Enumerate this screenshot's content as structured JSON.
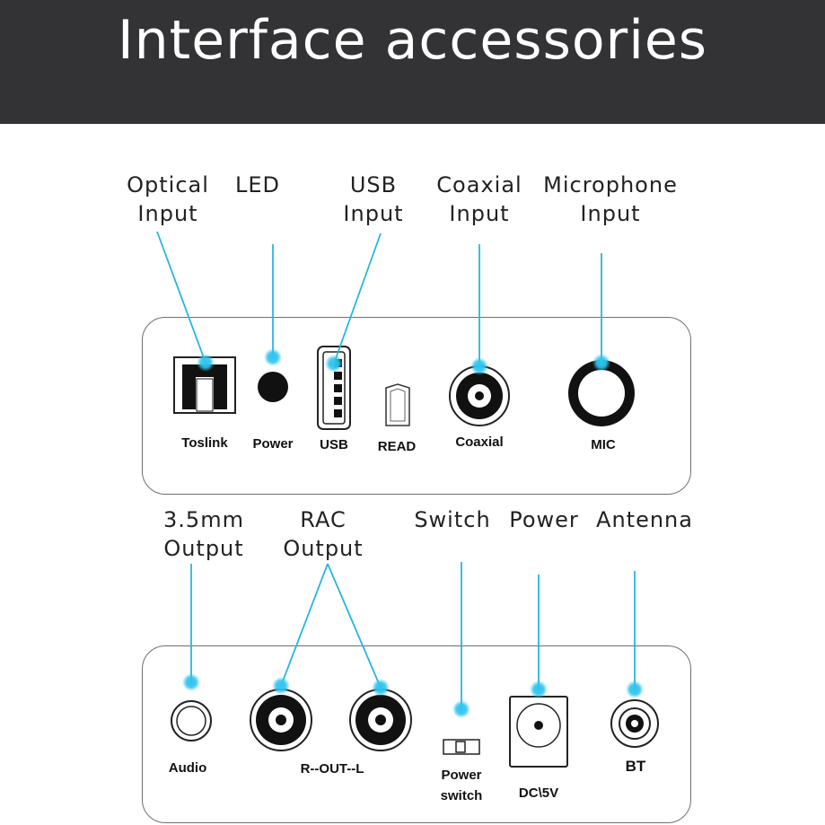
{
  "header": {
    "title": "Interface accessories"
  },
  "callouts": {
    "optical_input": {
      "line1": "Optical",
      "line2": "Input"
    },
    "led": {
      "line1": "LED"
    },
    "usb_input": {
      "line1": "USB",
      "line2": "Input"
    },
    "coaxial_input": {
      "line1": "Coaxial",
      "line2": "Input"
    },
    "microphone_input": {
      "line1": "Microphone",
      "line2": "Input"
    },
    "output_35mm": {
      "line1": "3.5mm",
      "line2": "Output"
    },
    "rac_output": {
      "line1": "RAC",
      "line2": "Output"
    },
    "switch": {
      "line1": "Switch"
    },
    "power": {
      "line1": "Power"
    },
    "antenna": {
      "line1": "Antenna"
    }
  },
  "top_panel_labels": {
    "toslink": "Toslink",
    "power": "Power",
    "usb": "USB",
    "read": "READ",
    "coaxial": "Coaxial",
    "mic": "MIC"
  },
  "bottom_panel_labels": {
    "audio": "Audio",
    "rca_out": "R--OUT--L",
    "power_switch_line1": "Power",
    "power_switch_line2": "switch",
    "dc": "DC\\5V",
    "bt": "BT"
  },
  "colors": {
    "header_bg": "#333235",
    "header_text": "#ffffff",
    "leader_line": "#27b6e0",
    "marker_glow": "#2fc4ef"
  }
}
